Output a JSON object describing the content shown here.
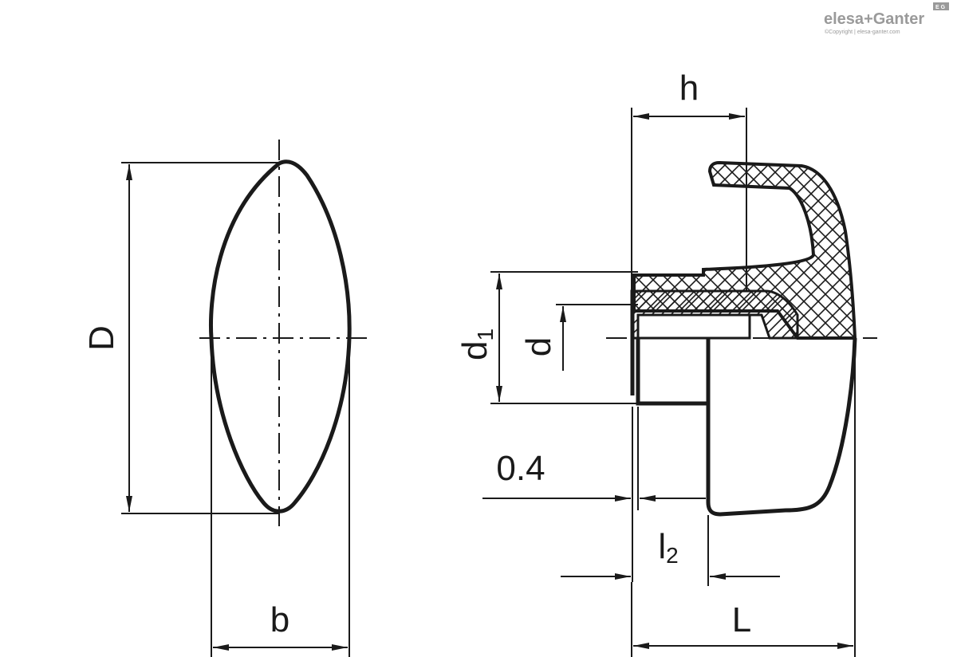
{
  "brand": {
    "name_part1": "elesa",
    "name_sep": "+",
    "name_part2": "Ganter",
    "copyright": "©Copyright | elesa-ganter.com",
    "badge": "E G"
  },
  "dimensions": {
    "D": "D",
    "b": "b",
    "h": "h",
    "d1_main": "d",
    "d1_sub": "1",
    "d": "d",
    "gap": "0.4",
    "l2_main": "l",
    "l2_sub": "2",
    "L": "L"
  },
  "colors": {
    "stroke": "#1a1a1a",
    "brand": "#9a9a9a"
  }
}
